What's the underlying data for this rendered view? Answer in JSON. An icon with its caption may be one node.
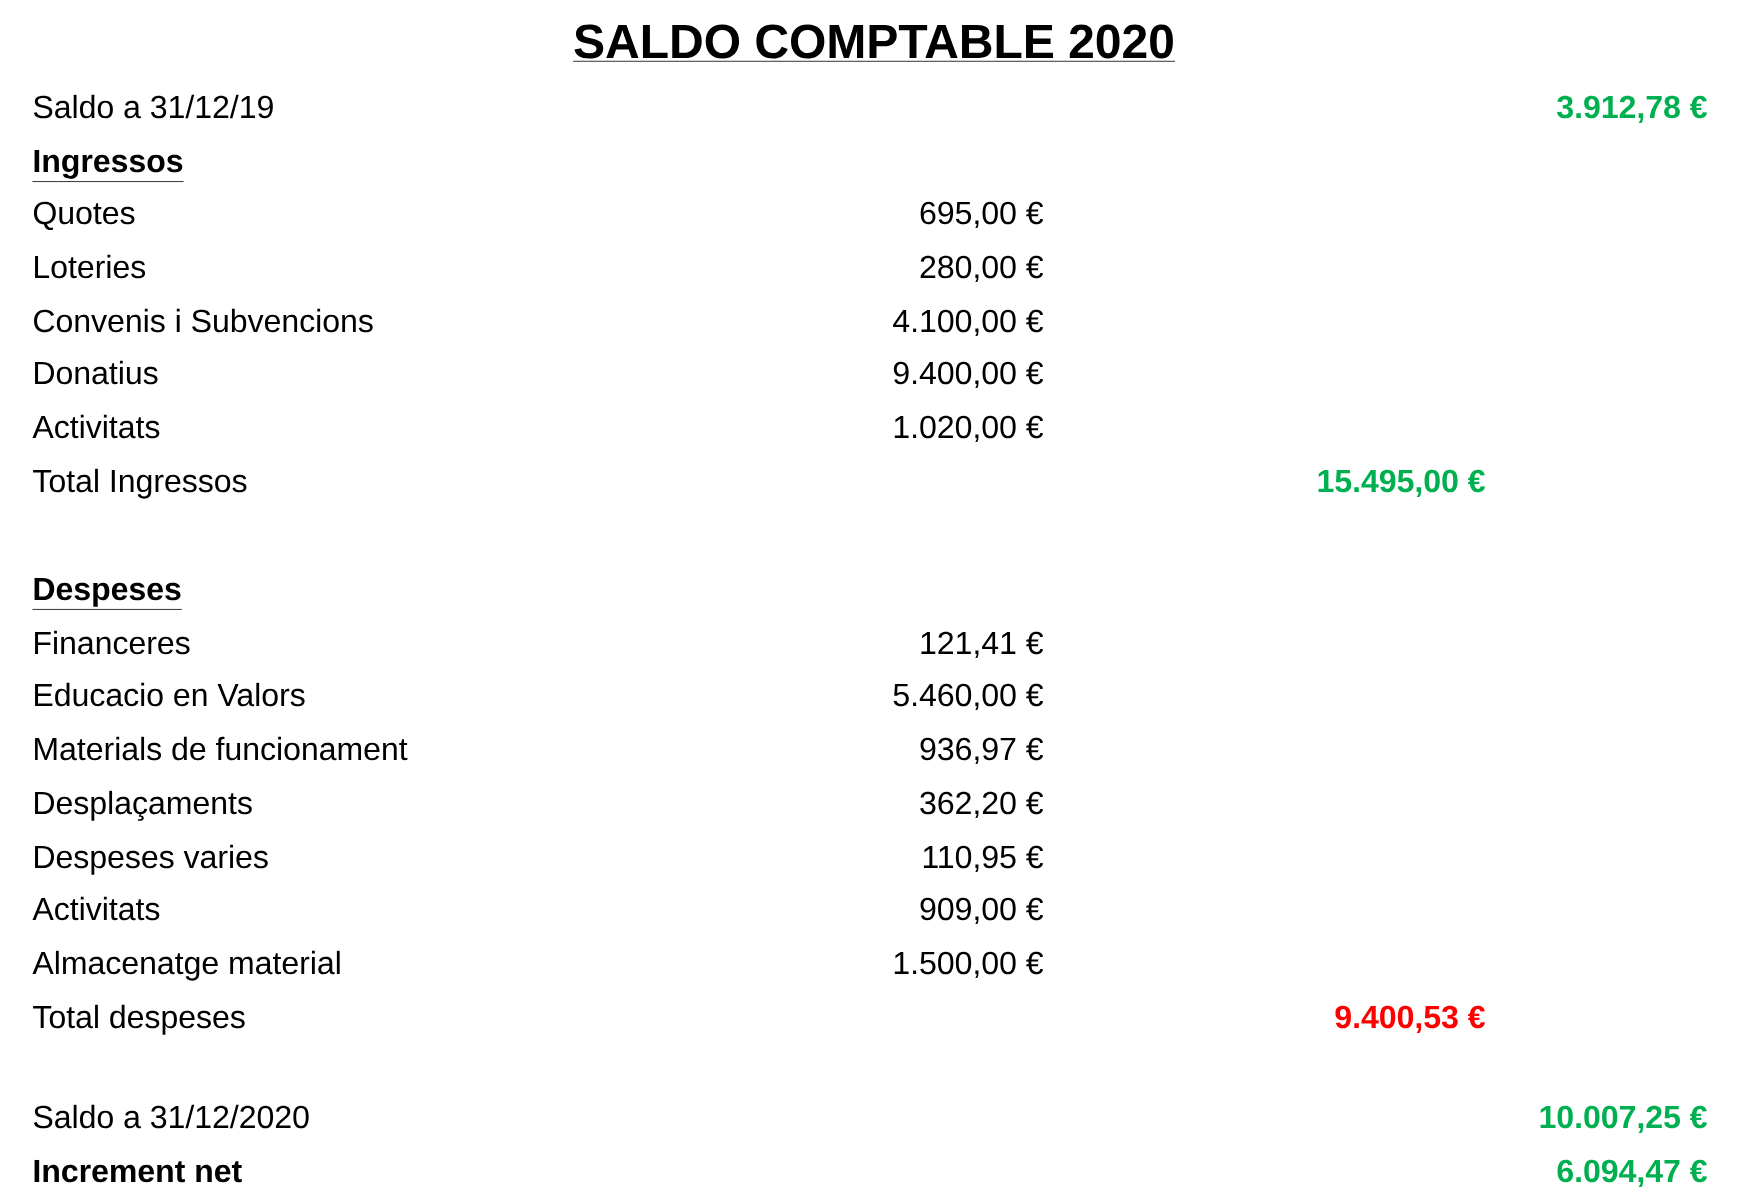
{
  "diagram": {
    "title": "SALDO COMPTABLE 2020",
    "labels": [
      "Saldo a 31/12/19",
      "3.912,78 €",
      "Ingressos",
      "Quotes",
      "695,00 €",
      "Loteries",
      "280,00 €",
      "Convenis i Subvencions",
      "4.100,00 €",
      "Donatius",
      "9.400,00 €",
      "Activitats",
      "1.020,00 €",
      "Total Ingressos",
      "15.495,00 €",
      "Despeses",
      "Financeres",
      "121,41 €",
      "Educacio en Valors",
      "5.460,00 €",
      "Materials de funcionament",
      "936,97 €",
      "Desplaçaments",
      "362,20 €",
      "Despeses varies",
      "110,95 €",
      "Activitats",
      "909,00 €",
      "Almacenatge material",
      "1.500,00 €",
      "Total despeses",
      "9.400,53 €",
      "Saldo a 31/12/2020",
      "10.007,25 €",
      "Increment net",
      "6.094,47 €"
    ]
  }
}
